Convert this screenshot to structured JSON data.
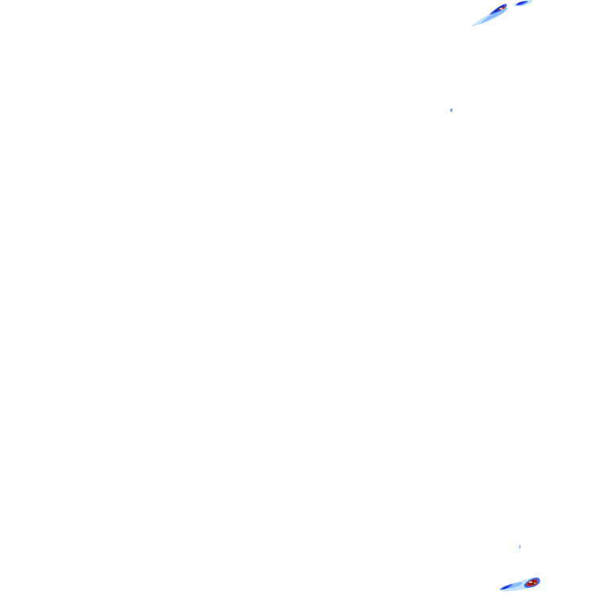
{
  "map": {
    "background": "#ffffff",
    "layer": "radar-reflectivity",
    "palette": {
      "very_light": "#bfe3ff",
      "light": "#7fb6ff",
      "medium": "#3f6dff",
      "strong": "#1f2fc8",
      "heavy": "#b52b12",
      "extreme": "#6a0c05",
      "core": "#ffb25a"
    },
    "echoes": [
      {
        "id": "echo-top-right-west",
        "intensity": "moderate"
      },
      {
        "id": "echo-top-right-east",
        "intensity": "light"
      },
      {
        "id": "echo-upper-speck",
        "intensity": "very-light"
      },
      {
        "id": "echo-bottom-right-speck",
        "intensity": "very-light"
      },
      {
        "id": "echo-bottom-right-cell",
        "intensity": "heavy"
      }
    ]
  }
}
